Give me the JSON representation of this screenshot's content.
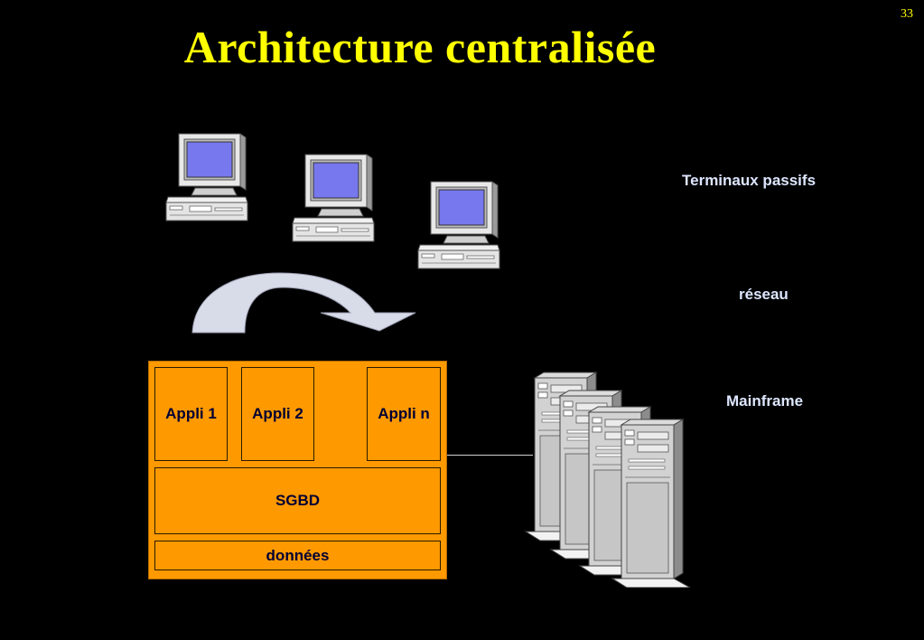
{
  "slide": {
    "page_number": "33",
    "title": "Architecture centralisée"
  },
  "labels": {
    "terminaux": "Terminaux passifs",
    "reseau": "réseau",
    "mainframe": "Mainframe"
  },
  "server": {
    "apps": [
      "Appli 1",
      "Appli 2",
      "Appli n"
    ],
    "sgbd": "SGBD",
    "donnees": "données"
  },
  "icons": {
    "terminal": "desktop-computer-icon",
    "arrow": "curved-arrow-icon",
    "mainframe": "tower-server-icon"
  },
  "colors": {
    "title": "#ffff00",
    "box": "#ff9900",
    "screen": "#7777ee",
    "background": "#000000"
  }
}
